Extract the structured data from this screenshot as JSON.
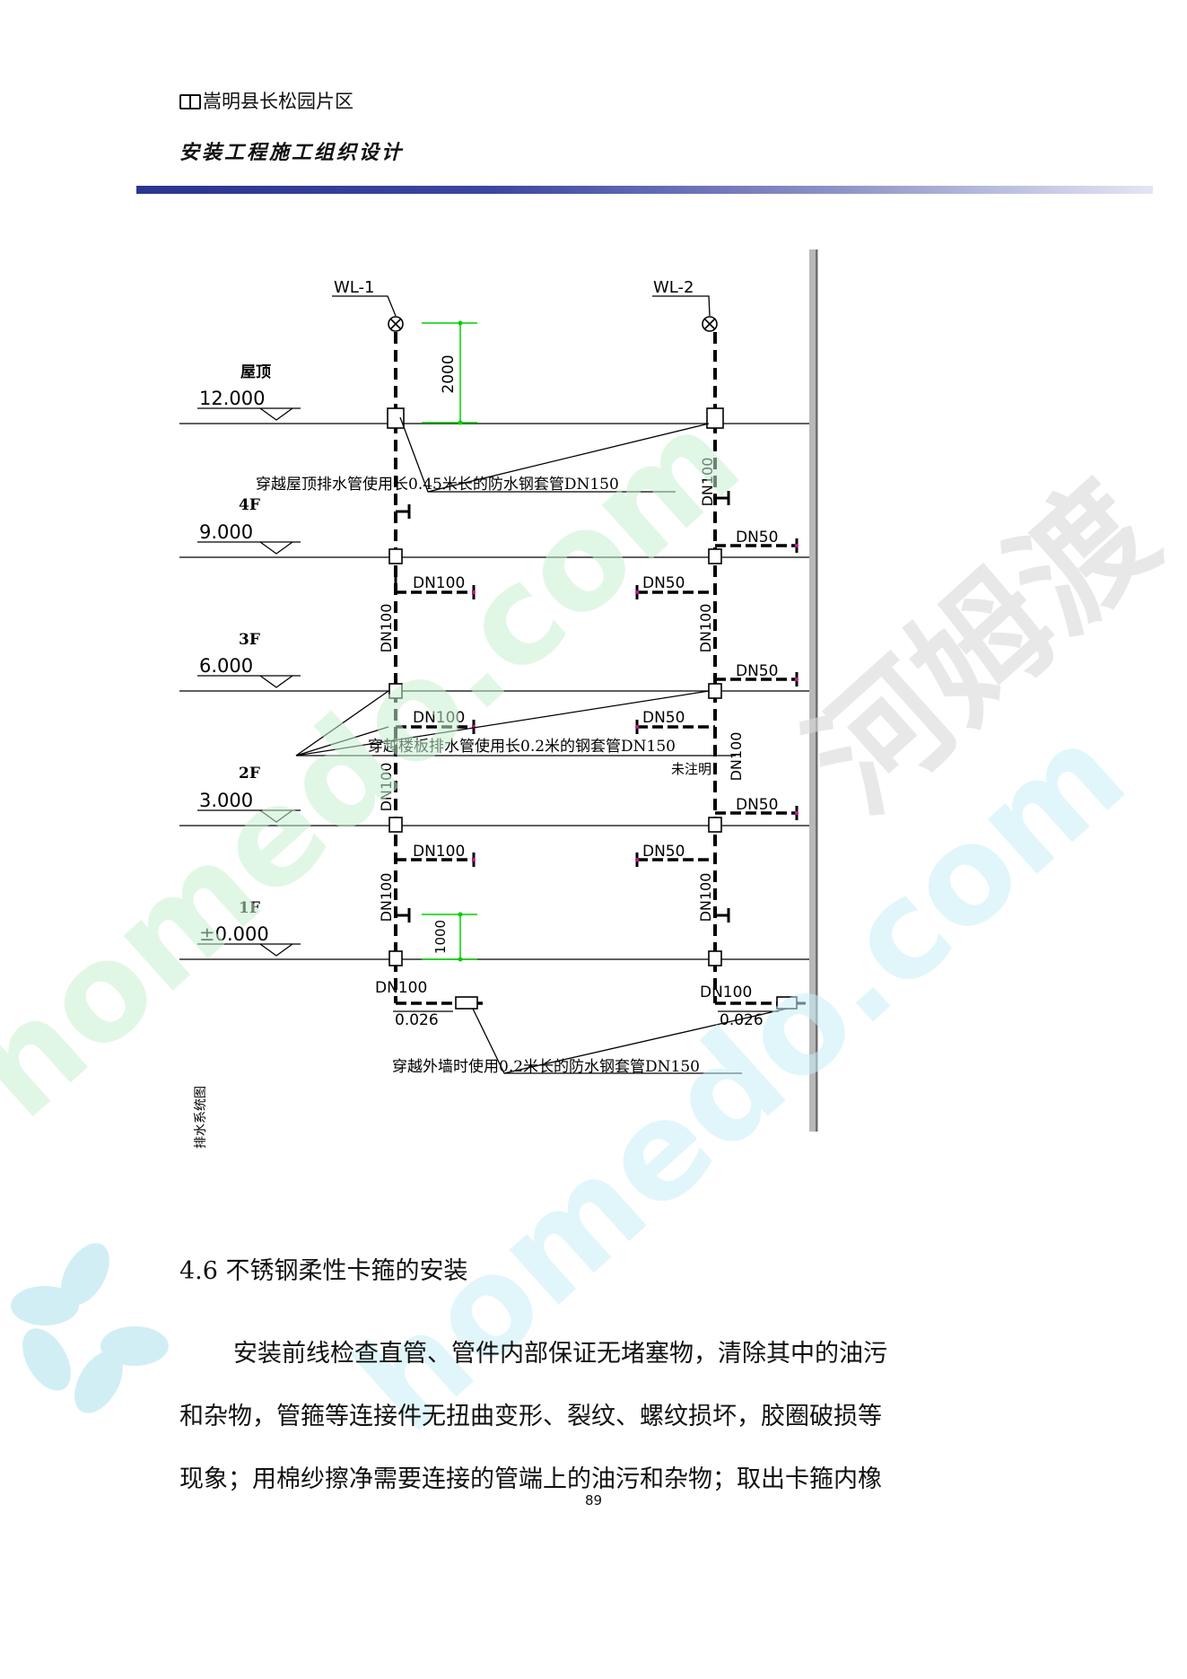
{
  "header": {
    "book_icon": "open-book-icon",
    "project_name": "嵩明县长松园片区",
    "doc_title": "安装工程施工组织设计"
  },
  "drawing": {
    "stack_left_label": "WL-1",
    "stack_right_label": "WL-2",
    "floors": [
      {
        "name": "屋顶",
        "elevation": "12.000"
      },
      {
        "name": "4F",
        "elevation": "9.000"
      },
      {
        "name": "3F",
        "elevation": "6.000"
      },
      {
        "name": "2F",
        "elevation": "3.000"
      },
      {
        "name": "1F",
        "elevation": "±0.000"
      }
    ],
    "dim_top": "2000",
    "dim_bottom": "1000",
    "pipe_labels": {
      "dn100": "DN100",
      "dn50": "DN50"
    },
    "note_roof": "穿越屋顶排水管使用长0.45米长的防水钢套管DN150",
    "note_floor": "穿越楼板排水管使用长0.2米的钢套管DN150",
    "note_wall": "穿越外墙时使用0.2米长的防水钢套管DN150",
    "note_unmarked": "未注明",
    "outlet_left_elev": "0.026",
    "outlet_right_elev": "0.026",
    "side_label": "排水系统图"
  },
  "watermarks": {
    "cn_text": "河姆渡",
    "text1": "homedo.com",
    "text2": "homedo.com"
  },
  "section": {
    "heading": "4.6 不锈钢柔性卡箍的安装",
    "lines": [
      "安装前线检查直管、管件内部保证无堵塞物，清除其中的油污",
      "和杂物，管箍等连接件无扭曲变形、裂纹、螺纹损坏，胶圈破损等",
      "现象；用棉纱擦净需要连接的管端上的油污和杂物；取出卡箍内橡"
    ]
  },
  "page_number": "89"
}
